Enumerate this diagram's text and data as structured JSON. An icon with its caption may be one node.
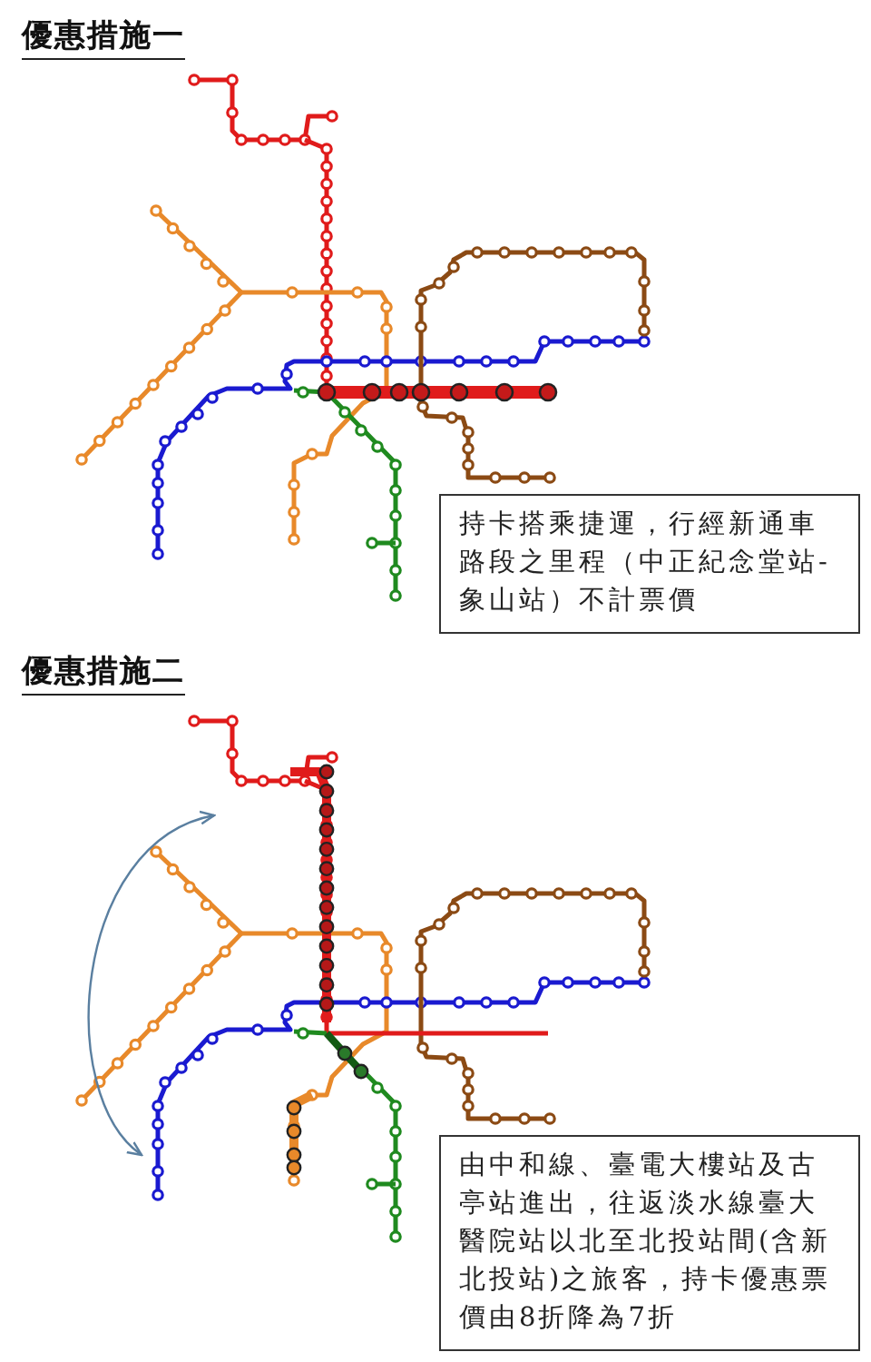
{
  "diagram": {
    "nodes": [
      {
        "text": [
          "持卡搭乘捷運，行經新通車路段之里程（中正紀念堂站-象山站）不計票價"
        ]
      },
      {
        "text": [
          "由中和線、臺電大樓站及古亭站進出，往返淡水線臺大醫院站以北至北投站間(含新北投站)之旅客，持卡優惠票價由8折降為7折"
        ]
      }
    ],
    "labels": [
      "優惠措施一",
      "優惠措施二"
    ]
  }
}
